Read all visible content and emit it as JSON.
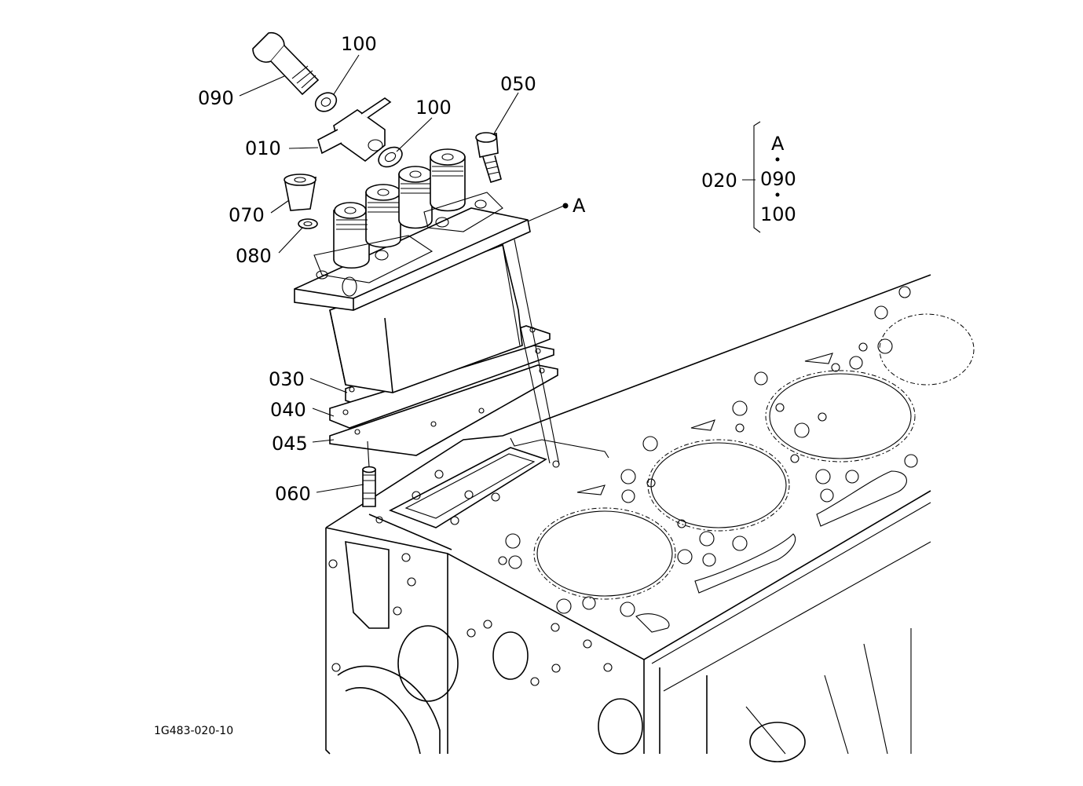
{
  "labels": {
    "l090": "090",
    "l100a": "100",
    "l010": "010",
    "l100b": "100",
    "l050": "050",
    "l070": "070",
    "l080": "080",
    "lA": "A",
    "l030": "030",
    "l040": "040",
    "l045": "045",
    "l060": "060"
  },
  "kit": {
    "number": "020",
    "items": [
      "A",
      "090",
      "100"
    ]
  },
  "drawing_code": "1G483-020-10"
}
